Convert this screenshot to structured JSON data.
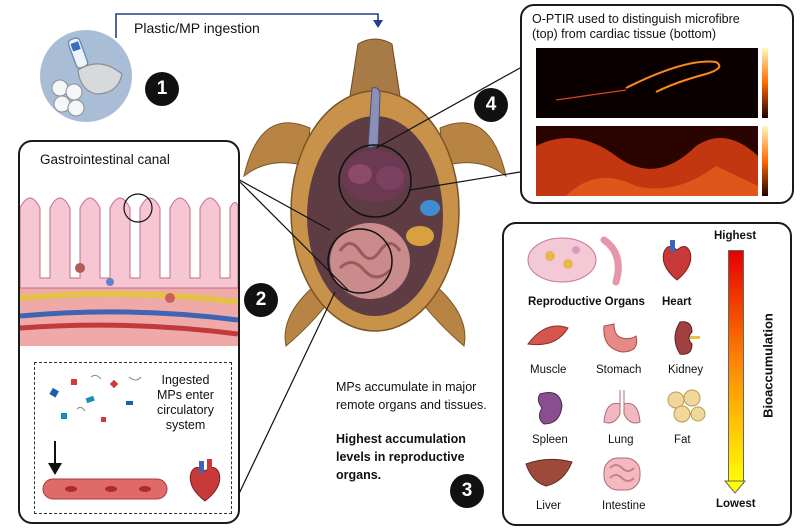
{
  "step1": {
    "number": "1",
    "label": "Plastic/MP ingestion"
  },
  "step2": {
    "number": "2",
    "title": "Gastrointestinal canal",
    "inset_text": [
      "Ingested",
      "MPs enter",
      "circulatory",
      "system"
    ]
  },
  "step3": {
    "number": "3",
    "text": [
      "MPs accumulate in major",
      "remote organs and tissues."
    ],
    "bold_text": [
      "Highest accumulation",
      "levels in reproductive",
      "organs."
    ]
  },
  "step4": {
    "number": "4",
    "title": [
      "O-PTIR used to distinguish microfibre",
      "(top) from cardiac tissue (bottom)"
    ]
  },
  "organs": {
    "reproductive": "Reproductive Organs",
    "heart": "Heart",
    "muscle": "Muscle",
    "stomach": "Stomach",
    "kidney": "Kidney",
    "spleen": "Spleen",
    "lung": "Lung",
    "fat": "Fat",
    "liver": "Liver",
    "intestine": "Intestine"
  },
  "scale": {
    "highest": "Highest",
    "lowest": "Lowest",
    "axis_label": "Bioaccumulation"
  },
  "colors": {
    "scale_top": "#e60000",
    "scale_bottom": "#ffff00",
    "shell": "#c9924a",
    "tissue": "#f2b8c6"
  }
}
